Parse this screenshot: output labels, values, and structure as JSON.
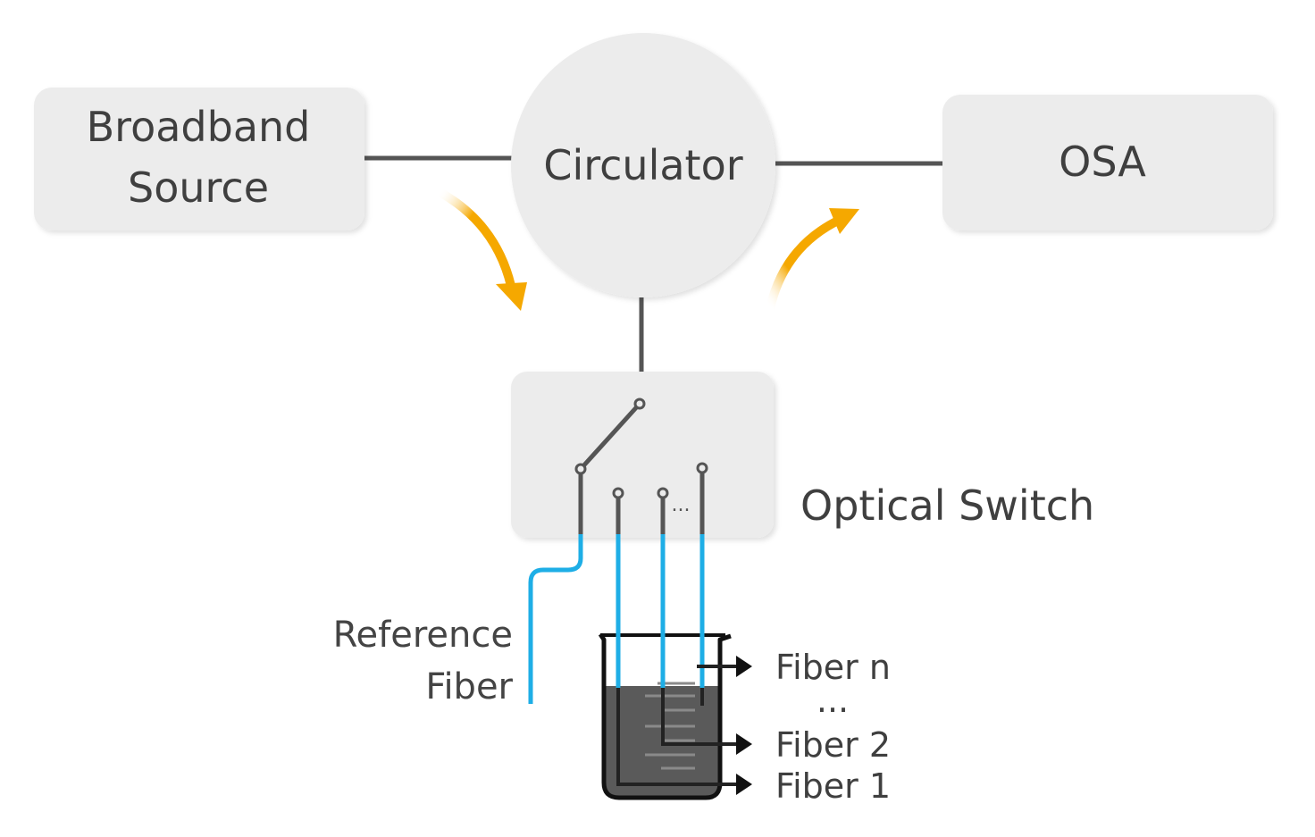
{
  "diagram": {
    "source": {
      "line1": "Broadband",
      "line2": "Source"
    },
    "circulator": {
      "label": "Circulator"
    },
    "analyzer": {
      "label": "OSA"
    },
    "optical_switch": {
      "label": "Optical Switch",
      "ellipsis": "..."
    },
    "reference_fiber": {
      "line1": "Reference",
      "line2": "Fiber"
    },
    "fibers": {
      "fiber_n": "Fiber n",
      "ellipsis": "...",
      "fiber_2": "Fiber 2",
      "fiber_1": "Fiber 1"
    },
    "colors": {
      "block_fill": "#ececec",
      "connector": "#555555",
      "flow_arrow": "#f5a800",
      "fiber": "#1eaee6",
      "liquid": "#5a5a5a",
      "outline": "#111111"
    }
  }
}
